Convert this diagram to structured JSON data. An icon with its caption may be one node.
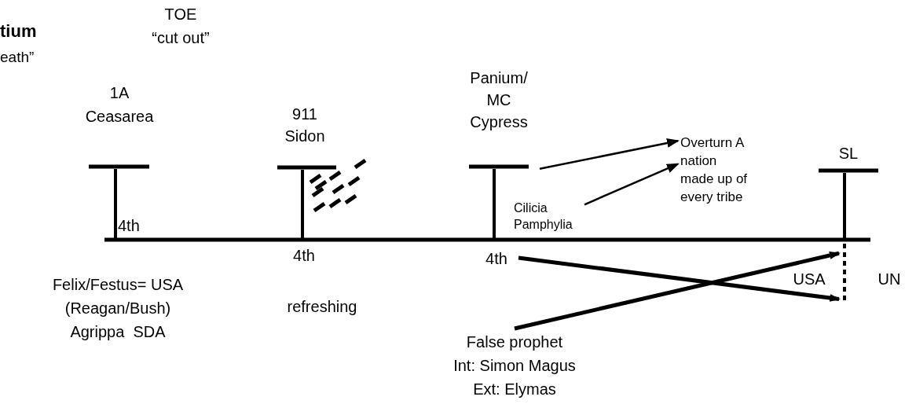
{
  "diagram": {
    "nodes": [
      {
        "text": [
          "Panium/ MC Cypress"
        ]
      },
      {
        "text": [
          "Cilicia Pamphylia"
        ]
      },
      {
        "text": [
          "Overturn A nation made up of every tribe"
        ]
      },
      {
        "text": [
          "False prophet",
          "Int: Simon Magus",
          "Ext: Elymas"
        ]
      },
      {
        "text": [],
        "shape": "line"
      }
    ],
    "edges": [
      {
        "from": 0,
        "to": 2,
        "arrow": "to"
      },
      {
        "from": 1,
        "to": 2,
        "arrow": "to"
      },
      {
        "from": null,
        "to": 4,
        "arrow": "to",
        "style": "thick"
      },
      {
        "from": 3,
        "to": 4,
        "arrow": "to",
        "style": "thick"
      }
    ],
    "labels": [
      "tium",
      "eath”",
      "TOE",
      "“cut out”",
      "1A",
      "Ceasarea",
      "911",
      "Sidon",
      "SL",
      "4th",
      "4th",
      "4th",
      "Felix/Festus= USA",
      "(Reagan/Bush)",
      "Agrippa  SDA",
      "refreshing",
      "USA",
      "UN"
    ]
  }
}
